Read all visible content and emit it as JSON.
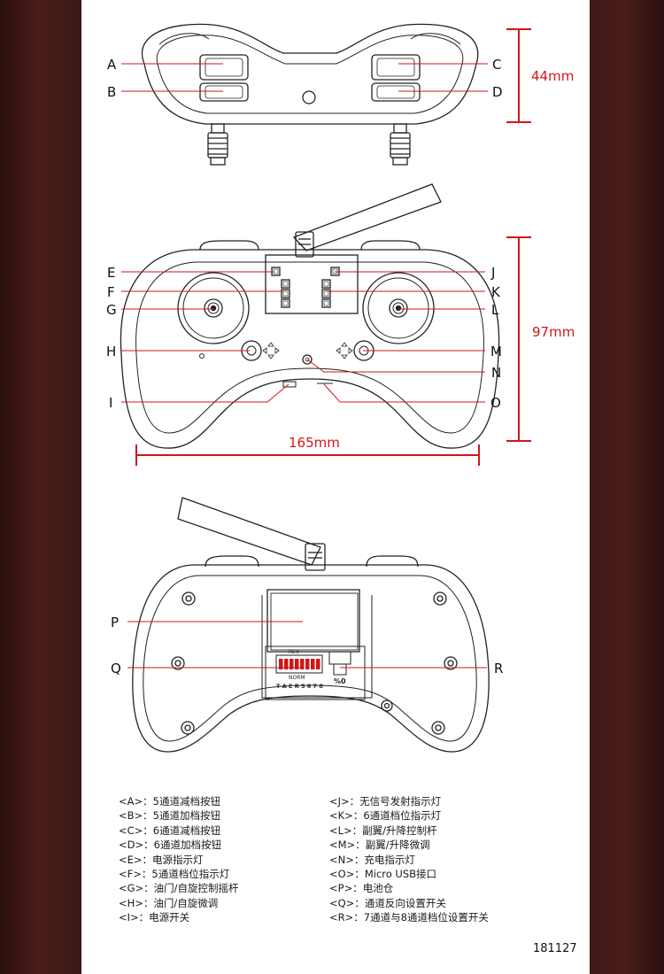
{
  "callouts": {
    "A": "A",
    "B": "B",
    "C": "C",
    "D": "D",
    "E": "E",
    "F": "F",
    "G": "G",
    "H": "H",
    "I": "I",
    "J": "J",
    "K": "K",
    "L": "L",
    "M": "M",
    "N": "N",
    "O": "O",
    "P": "P",
    "Q": "Q",
    "R": "R"
  },
  "dimensions": {
    "height_top": "44mm",
    "height_front": "97mm",
    "width_front": "165mm"
  },
  "back_panel": {
    "dip_top": "REV",
    "dip_mid": "NORM",
    "dip_channels": "T A E R 5 6 7 8",
    "switch_label": "%0"
  },
  "legend_left": [
    "<A>：5通道减档按钮",
    "<B>：5通道加档按钮",
    "<C>：6通道减档按钮",
    "<D>：6通道加档按钮",
    "<E>：电源指示灯",
    "<F>：5通道档位指示灯",
    "<G>：油门/自旋控制摇杆",
    "<H>：油门/自旋微调",
    "<I>：电源开关"
  ],
  "legend_right": [
    "<J>：无信号发射指示灯",
    "<K>：6通道档位指示灯",
    "<L>：副翼/升降控制杆",
    "<M>：副翼/升降微调",
    "<N>：充电指示灯",
    "<O>：Micro USB接口",
    "<P>：电池仓",
    "<Q>：通道反向设置开关",
    "<R>：7通道与8通道档位设置开关"
  ],
  "reference_code": "181127",
  "colors": {
    "accent": "#d0161a",
    "line": "#222222",
    "frame": "#3a1715"
  }
}
